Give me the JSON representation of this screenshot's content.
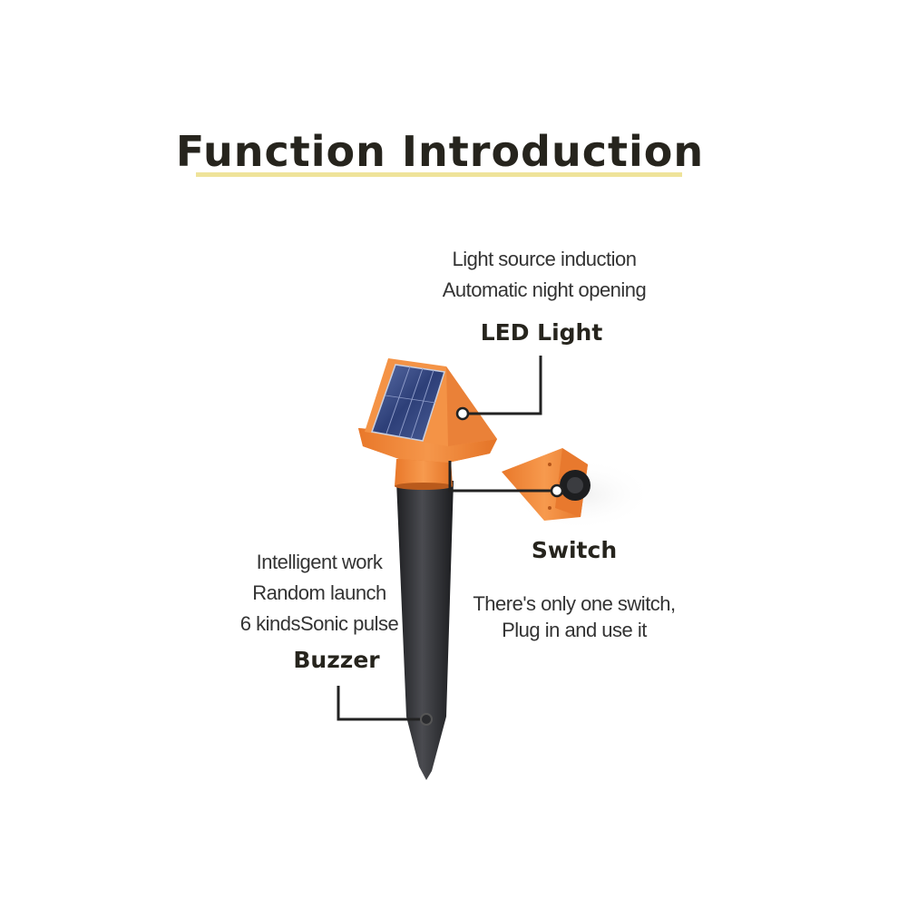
{
  "title": "Function Introduction",
  "features": {
    "led": {
      "label": "LED Light",
      "lines": [
        "Light source induction",
        "Automatic night opening"
      ]
    },
    "switch": {
      "label": "Switch",
      "lines": [
        "There's only one switch,",
        "Plug in and use it"
      ]
    },
    "buzzer": {
      "label": "Buzzer",
      "lines": [
        "Intelligent work",
        "Random launch",
        "6 kindsSonic pulse"
      ]
    }
  },
  "colors": {
    "accent_orange": "#f08a3c",
    "stake_black": "#2e2f33",
    "title_underline": "#efe39a",
    "solar_panel": "#3a4f8a"
  }
}
